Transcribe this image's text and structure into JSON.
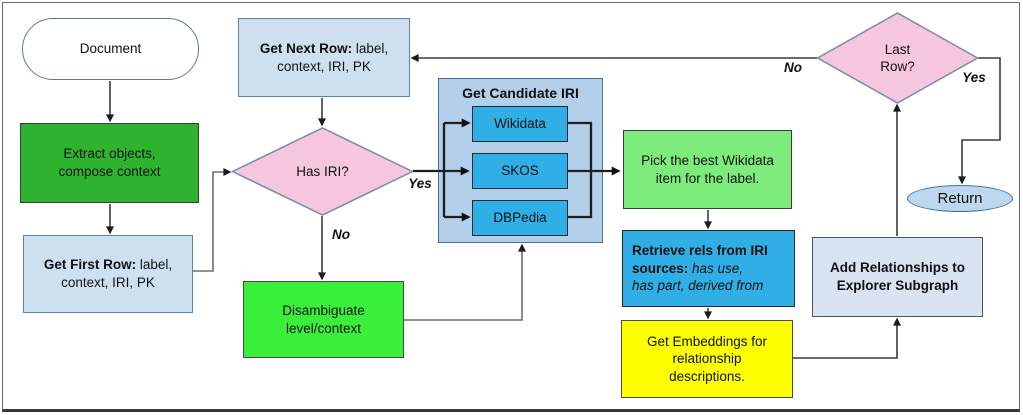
{
  "nodes": {
    "document": {
      "label": "Document"
    },
    "extract": {
      "line1": "Extract objects,",
      "line2": "compose context"
    },
    "get_first_row": {
      "bold": "Get First Row:",
      "line1_rest": " label,",
      "line2": "context, IRI, PK"
    },
    "get_next_row": {
      "bold": "Get Next Row:",
      "line1_rest": " label,",
      "line2": "context, IRI, PK"
    },
    "has_iri": {
      "label": "Has IRI?"
    },
    "candidate": {
      "title": "Get Candidate IRI",
      "sources": [
        "Wikidata",
        "SKOS",
        "DBPedia"
      ]
    },
    "pick": {
      "line1": "Pick the best Wikidata",
      "line2": "item for the label."
    },
    "retrieve": {
      "line1_bold": "Retrieve rels from IRI",
      "line2_bold": "sources:",
      "line2_italic": " has use,",
      "line3_italic": "has part, derived from"
    },
    "embeddings": {
      "line1": "Get Embeddings for",
      "line2": "relationship",
      "line3": "descriptions."
    },
    "add_relationships": {
      "line1": "Add Relationships to",
      "line2": "Explorer Subgraph"
    },
    "last_row": {
      "line1": "Last",
      "line2": "Row?"
    },
    "return": {
      "label": "Return"
    },
    "disambiguate": {
      "line1": "Disambiguate",
      "line2": "level/context"
    }
  },
  "edge_labels": {
    "has_iri_yes": "Yes",
    "has_iri_no": "No",
    "last_row_no": "No",
    "last_row_yes": "Yes"
  },
  "colors": {
    "process_green_dark": "#2eb32e",
    "process_green_bright": "#3aef3a",
    "process_green_light": "#7dec7d",
    "row_box_blue": "#cedff0",
    "container_blue": "#b3cfea",
    "source_cyan": "#2fafe5",
    "decision_pink": "#f5c6dd",
    "embeddings_yellow": "#feff00",
    "add_rels_blue": "#d8e4f1",
    "return_blue": "#bdd7ee"
  }
}
